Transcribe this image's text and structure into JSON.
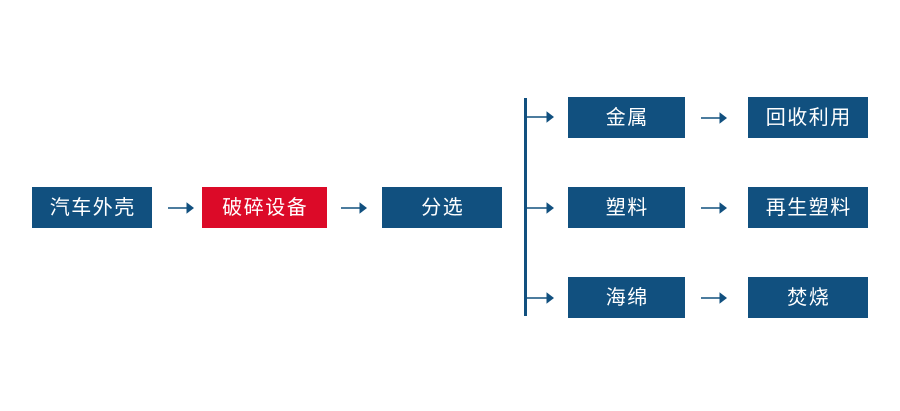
{
  "diagram": {
    "type": "process-flow",
    "title": "",
    "background_color": "#ffffff",
    "colors": {
      "primary_blue": "#11507f",
      "highlight_red": "#dc0a28",
      "node_text": "#ffffff",
      "arrow": "#11507f"
    },
    "main_chain": [
      {
        "id": "node-car-shell",
        "label": "汽车外壳",
        "color": "blue"
      },
      {
        "id": "node-crusher",
        "label": "破碎设备",
        "color": "red"
      },
      {
        "id": "node-sorting",
        "label": "分选",
        "color": "blue"
      }
    ],
    "branches": [
      {
        "id": "branch-metal",
        "material": {
          "id": "node-metal",
          "label": "金属",
          "color": "blue"
        },
        "outcome": {
          "id": "node-recycle",
          "label": "回收利用",
          "color": "blue"
        }
      },
      {
        "id": "branch-plastic",
        "material": {
          "id": "node-plastic",
          "label": "塑料",
          "color": "blue"
        },
        "outcome": {
          "id": "node-repolymer",
          "label": "再生塑料",
          "color": "blue"
        }
      },
      {
        "id": "branch-sponge",
        "material": {
          "id": "node-sponge",
          "label": "海绵",
          "color": "blue"
        },
        "outcome": {
          "id": "node-incinerate",
          "label": "焚烧",
          "color": "blue"
        }
      }
    ],
    "connectors": {
      "chain_arrow_icon": "arrow-right-icon",
      "branch_arrow_icon": "arrow-right-icon",
      "split_line_icon": "vertical-split-line"
    }
  }
}
